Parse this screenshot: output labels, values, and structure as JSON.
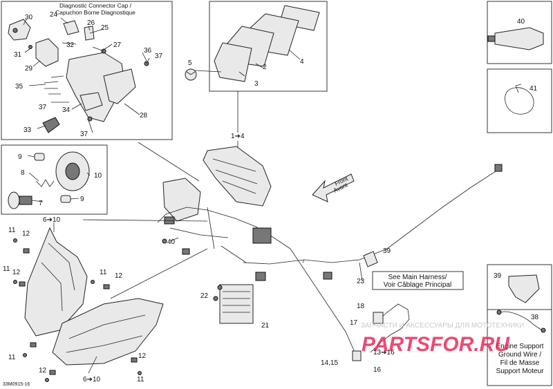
{
  "diagram": {
    "code": "33M0915-16",
    "diag_cap_en": "Diagnostic Connector Cap /",
    "diag_cap_fr": "Capuchon Borne Diagnostique",
    "front_en": "Front",
    "front_fr": "Avant",
    "harness_en": "See Main Harness/",
    "harness_fr": "Voir Câblage Principal",
    "ground_1": "Engine Support",
    "ground_2": "Ground Wire /",
    "ground_3": "Fil de Masse",
    "ground_4": "Support Moteur",
    "watermark_1": "ЗАПЧАСТИ И АКСЕССУАРЫ ДЛЯ МОТОТЕХНИКИ",
    "watermark_2": "PARTSFOR.RU",
    "callouts": {
      "c1_4": "1➔4",
      "c2": "2",
      "c3": "3",
      "c4": "4",
      "c5": "5",
      "c6_10a": "6➔10",
      "c6_10b": "6➔10",
      "c7": "7",
      "c8": "8",
      "c9a": "9",
      "c9b": "9",
      "c10": "10",
      "c11a": "11",
      "c11b": "11",
      "c11c": "11",
      "c11d": "11",
      "c11e": "11",
      "c12a": "12",
      "c12b": "12",
      "c12c": "12",
      "c12d": "12",
      "c12e": "12",
      "c13_16": "13➔16",
      "c14_15": "14,15",
      "c16": "16",
      "c17": "17",
      "c18": "18",
      "c21": "21",
      "c22": "22",
      "c23": "23",
      "c24": "24",
      "c25": "25",
      "c26": "26",
      "c27": "27",
      "c28": "28",
      "c29": "29",
      "c30": "30",
      "c31": "31",
      "c32": "32",
      "c33": "33",
      "c34": "34",
      "c35": "35",
      "c36": "36",
      "c37a": "37",
      "c37b": "37",
      "c37c": "37",
      "c38": "38",
      "c39a": "39",
      "c39b": "39",
      "c40a": "40",
      "c40b": "40",
      "c41": "41"
    }
  }
}
